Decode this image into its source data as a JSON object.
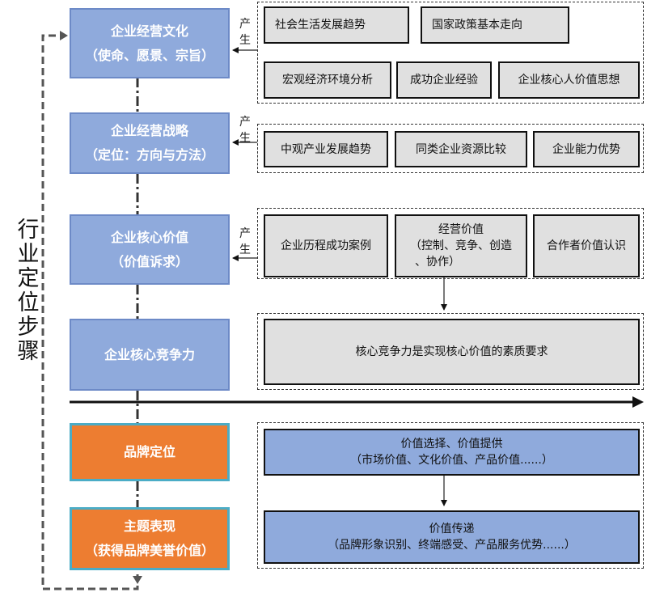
{
  "steps": [
    {
      "line1": "企业经营文化",
      "line2": "（使命、愿景、宗旨）",
      "color": "#8faadc"
    },
    {
      "line1": "企业经营战略",
      "line2": "（定位：方向与方法）",
      "color": "#8faadc"
    },
    {
      "line1": "企业核心价值",
      "line2": "（价值诉求）",
      "color": "#8faadc"
    },
    {
      "line1": "企业核心竞争力",
      "color": "#8faadc"
    },
    {
      "line1": "品牌定位",
      "color": "#ed7d31"
    },
    {
      "line1": "主题表现",
      "line2": "（获得品牌美誉价值）",
      "color": "#ed7d31"
    }
  ],
  "produce_label": [
    "产",
    "生"
  ],
  "side_label": [
    "行",
    "业",
    "定",
    "位",
    "步",
    "骤"
  ],
  "groups": {
    "culture": [
      "社会生活发展趋势",
      "国家政策基本走向",
      "宏观经济环境分析",
      "成功企业经验",
      "企业核心人价值思想"
    ],
    "strategy": [
      "中观产业发展趋势",
      "同类企业资源比较",
      "企业能力优势"
    ],
    "core_value": {
      "case": "企业历程成功案例",
      "operating": {
        "title": "经营价值",
        "line2": "（控制、竞争、创造",
        "line3": "、协作）"
      },
      "partner": "合作者价值认识"
    },
    "competitiveness": "核心竞争力是实现核心价值的素质要求",
    "brand": {
      "line1": "价值选择、价值提供",
      "line2": "（市场价值、文化价值、产品价值......）"
    },
    "theme": {
      "line1": "价值传递",
      "line2": "（品牌形象识别、终端感受、产品服务优势......）"
    }
  }
}
